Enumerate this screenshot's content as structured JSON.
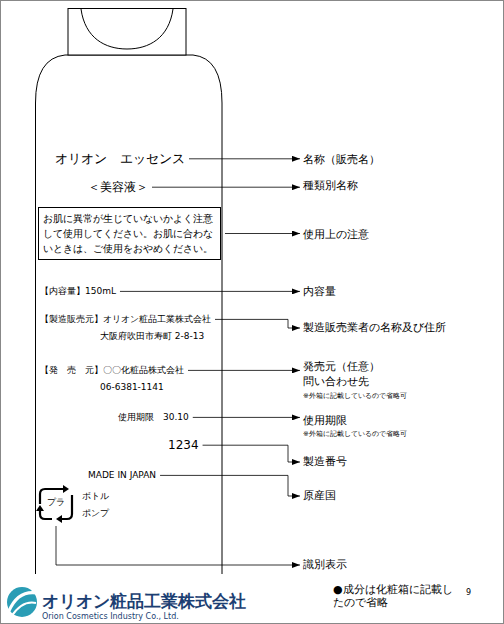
{
  "diagram": {
    "nodes": [
      {
        "text": [
          "オリオン　エッセンス",
          "＜美容液＞",
          "【内容量】150mL",
          "【製造販売元】オリオン粧品工業株式会社",
          "大阪府吹田市寿町 2-8-13",
          "【発　売　元】〇〇化粧品株式会社",
          "06-6381-1141",
          "使用期限　30.10",
          "1234",
          "MADE IN JAPAN",
          "プラ",
          "ボトル",
          "ポンプ"
        ]
      },
      {
        "text": [
          "お肌に異常が生じていないかよく注意 して使用してください。お肌に合わな いときは、ご使用をおやめください。"
        ],
        "in": 0
      }
    ],
    "labels": [
      "名称（販売名）",
      "種類別名称",
      "使用上の注意",
      "内容量",
      "製造販売業者の名称及び住所",
      "発売元（任意）",
      "問い合わせ先",
      "※外箱に記載しているので省略可",
      "使用期限",
      "※外箱に記載しているので省略可",
      "製造番号",
      "原産国",
      "識別表示",
      "●成分は化粧箱に記載し たので省略",
      "9",
      "オリオン粧品工業株式会社",
      "Orion Cosmetics Industry Co., Ltd."
    ]
  }
}
